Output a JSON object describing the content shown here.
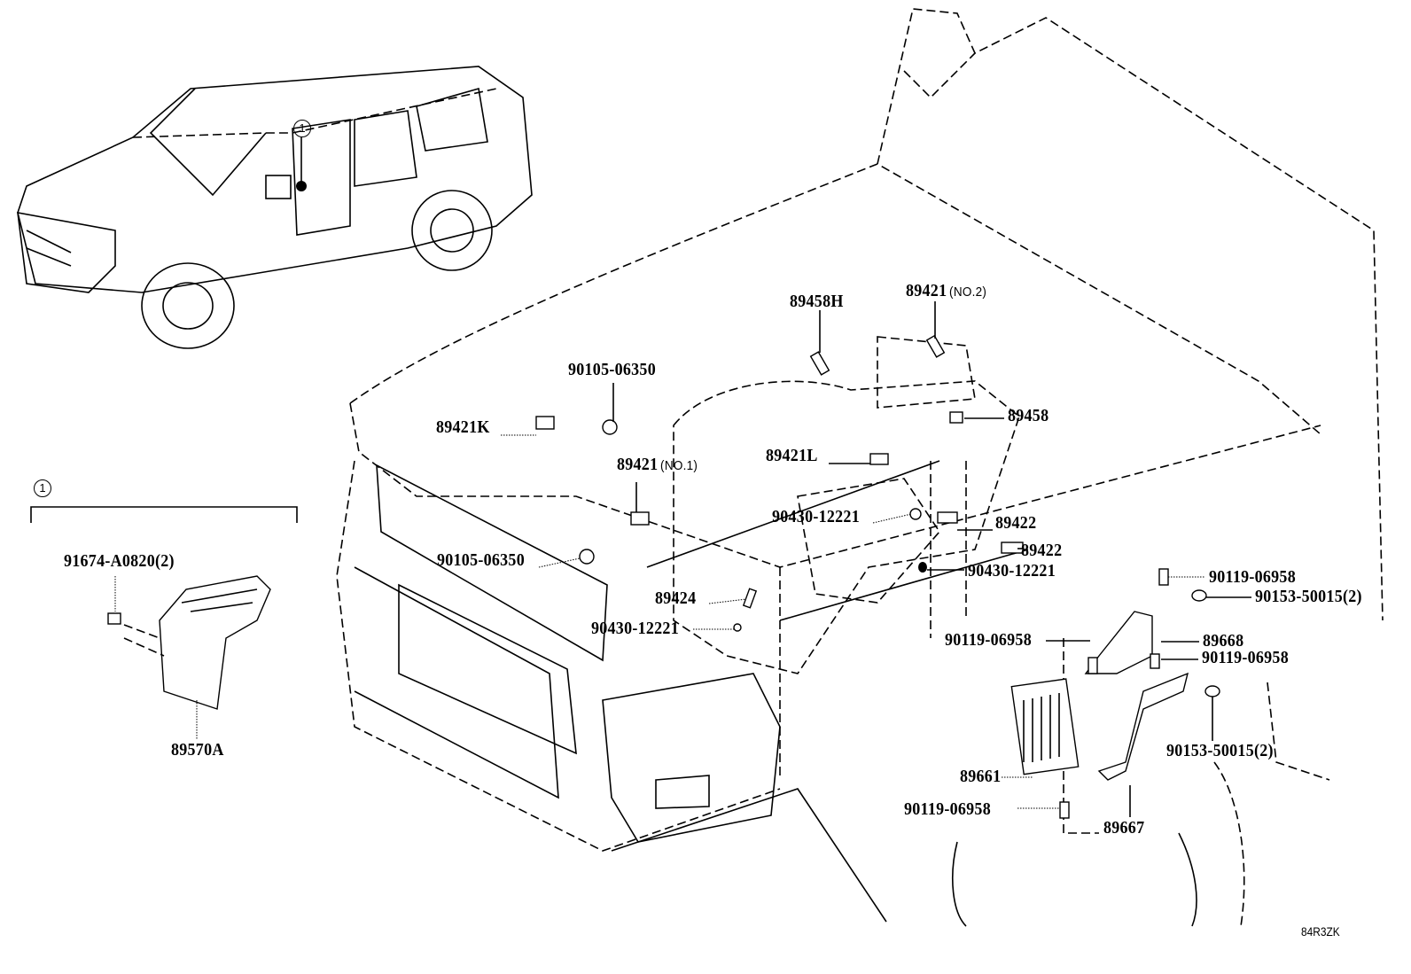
{
  "diagram": {
    "image_code": "84R3ZK",
    "callout_marker": "1",
    "callouts": [
      {
        "part": "89458H",
        "note": ""
      },
      {
        "part": "89421",
        "note": "(NO.2)"
      },
      {
        "part": "90105-06350",
        "note": ""
      },
      {
        "part": "89421K",
        "note": ""
      },
      {
        "part": "89458",
        "note": ""
      },
      {
        "part": "89421",
        "note": "(NO.1)"
      },
      {
        "part": "89421L",
        "note": ""
      },
      {
        "part": "90430-12221",
        "note": ""
      },
      {
        "part": "89422",
        "note": ""
      },
      {
        "part": "89422",
        "note": ""
      },
      {
        "part": "90105-06350",
        "note": ""
      },
      {
        "part": "90430-12221",
        "note": ""
      },
      {
        "part": "90119-06958",
        "note": ""
      },
      {
        "part": "90153-50015(2)",
        "note": ""
      },
      {
        "part": "89424",
        "note": ""
      },
      {
        "part": "90430-12221",
        "note": ""
      },
      {
        "part": "90119-06958",
        "note": ""
      },
      {
        "part": "89668",
        "note": ""
      },
      {
        "part": "90119-06958",
        "note": ""
      },
      {
        "part": "90153-50015(2)",
        "note": ""
      },
      {
        "part": "89661",
        "note": ""
      },
      {
        "part": "90119-06958",
        "note": ""
      },
      {
        "part": "89667",
        "note": ""
      }
    ],
    "inset": {
      "marker": "1",
      "callouts": [
        {
          "part": "91674-A0820(2)"
        },
        {
          "part": "89570A"
        }
      ]
    }
  }
}
